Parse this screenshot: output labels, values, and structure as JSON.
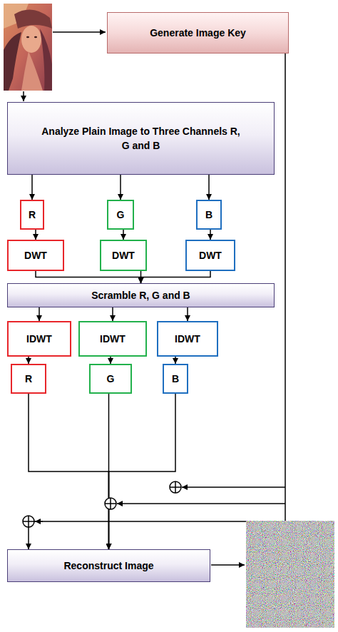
{
  "diagram": {
    "nodes": [
      {
        "text": [
          "Generate Image Key"
        ]
      },
      {
        "text": [
          "Analyze Plain Image to Three Channels R, G and B"
        ]
      },
      {
        "text": [
          "R"
        ]
      },
      {
        "text": [
          "G"
        ]
      },
      {
        "text": [
          "B"
        ]
      },
      {
        "text": [
          "DWT"
        ]
      },
      {
        "text": [
          "DWT"
        ]
      },
      {
        "text": [
          "DWT"
        ]
      },
      {
        "text": [
          "Scramble R, G and B"
        ]
      },
      {
        "text": [
          "IDWT"
        ]
      },
      {
        "text": [
          "IDWT"
        ]
      },
      {
        "text": [
          "IDWT"
        ]
      },
      {
        "text": [
          "R"
        ]
      },
      {
        "text": [
          "G"
        ]
      },
      {
        "text": [
          "B"
        ]
      },
      {
        "text": [
          "Reconstruct Image"
        ]
      }
    ],
    "edges": [
      {
        "from": 1,
        "to": 2,
        "arrow": "to"
      },
      {
        "from": 1,
        "to": 3,
        "arrow": "to"
      },
      {
        "from": 1,
        "to": 4,
        "arrow": "to"
      },
      {
        "from": 2,
        "to": 5,
        "arrow": "to"
      },
      {
        "from": 3,
        "to": 6,
        "arrow": "to"
      },
      {
        "from": 4,
        "to": 7,
        "arrow": "to"
      },
      {
        "from": 5,
        "to": 8,
        "arrow": "to"
      },
      {
        "from": 6,
        "to": 8,
        "arrow": "to"
      },
      {
        "from": 7,
        "to": 8,
        "arrow": "to"
      },
      {
        "from": 8,
        "to": 9,
        "arrow": "to"
      },
      {
        "from": 8,
        "to": 10,
        "arrow": "to"
      },
      {
        "from": 8,
        "to": 11,
        "arrow": "to"
      },
      {
        "from": 9,
        "to": 12,
        "arrow": "to"
      },
      {
        "from": 10,
        "to": 13,
        "arrow": "to"
      },
      {
        "from": 11,
        "to": 14,
        "arrow": "to"
      },
      {
        "from": 12,
        "to": 15,
        "arrow": "to"
      },
      {
        "from": 13,
        "to": 15,
        "arrow": "to"
      },
      {
        "from": 14,
        "to": 15,
        "arrow": "to"
      },
      {
        "from": 0,
        "to": 15,
        "arrow": "to"
      }
    ]
  }
}
